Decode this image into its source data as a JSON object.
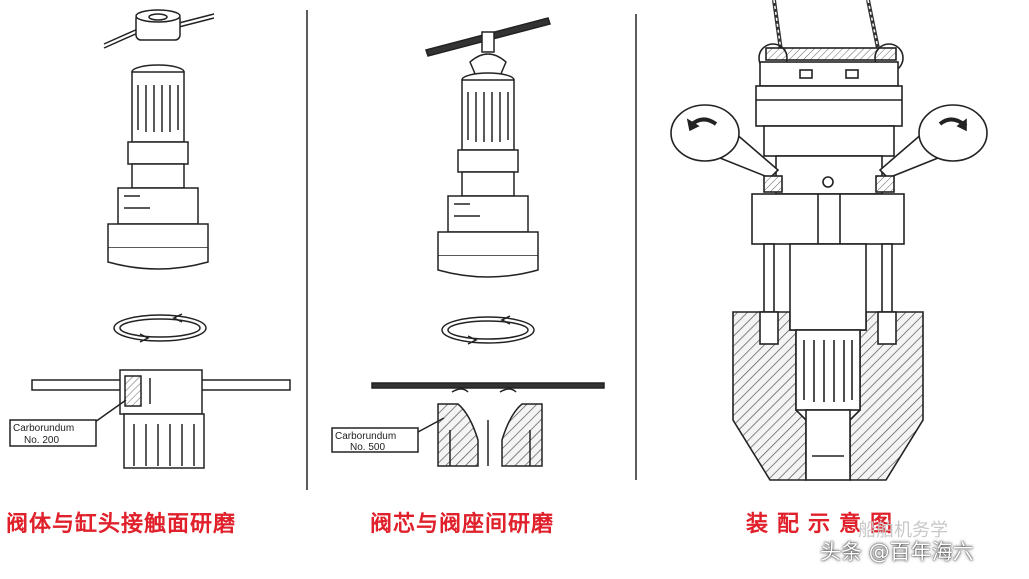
{
  "panels": [
    {
      "caption": "阀体与缸头接触面研磨",
      "label_line1": "Carborundum",
      "label_line2": "No. 200"
    },
    {
      "caption": "阀芯与阀座间研磨",
      "label_line1": "Carborundum",
      "label_line2": "No. 500"
    },
    {
      "caption": "装配示意图"
    }
  ],
  "watermark": {
    "small": "船舶机务学",
    "main": "头条 @百年海六"
  },
  "colors": {
    "caption": "#e0202a",
    "line": "#222222",
    "hatch": "#555555"
  }
}
